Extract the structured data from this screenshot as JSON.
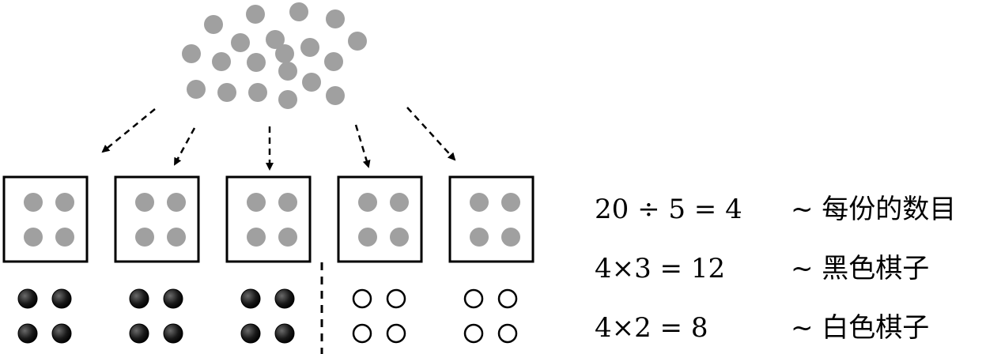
{
  "equations": [
    {
      "formula": "20 ÷ 5 = 4",
      "note": "~ 每份的数目"
    },
    {
      "formula": "4×3 = 12",
      "note": "~ 黑色棋子"
    },
    {
      "formula": "4×2 = 8",
      "note": "~ 白色棋子"
    }
  ],
  "counts": {
    "total_pieces": 20,
    "groups": 5,
    "pieces_per_group": 4,
    "black_groups": 3,
    "white_groups": 2
  },
  "colors": {
    "pile_gray": "#a0a0a0",
    "black_piece": "#1a1a1a",
    "white_piece": "#ffffff",
    "stroke": "#000000"
  }
}
